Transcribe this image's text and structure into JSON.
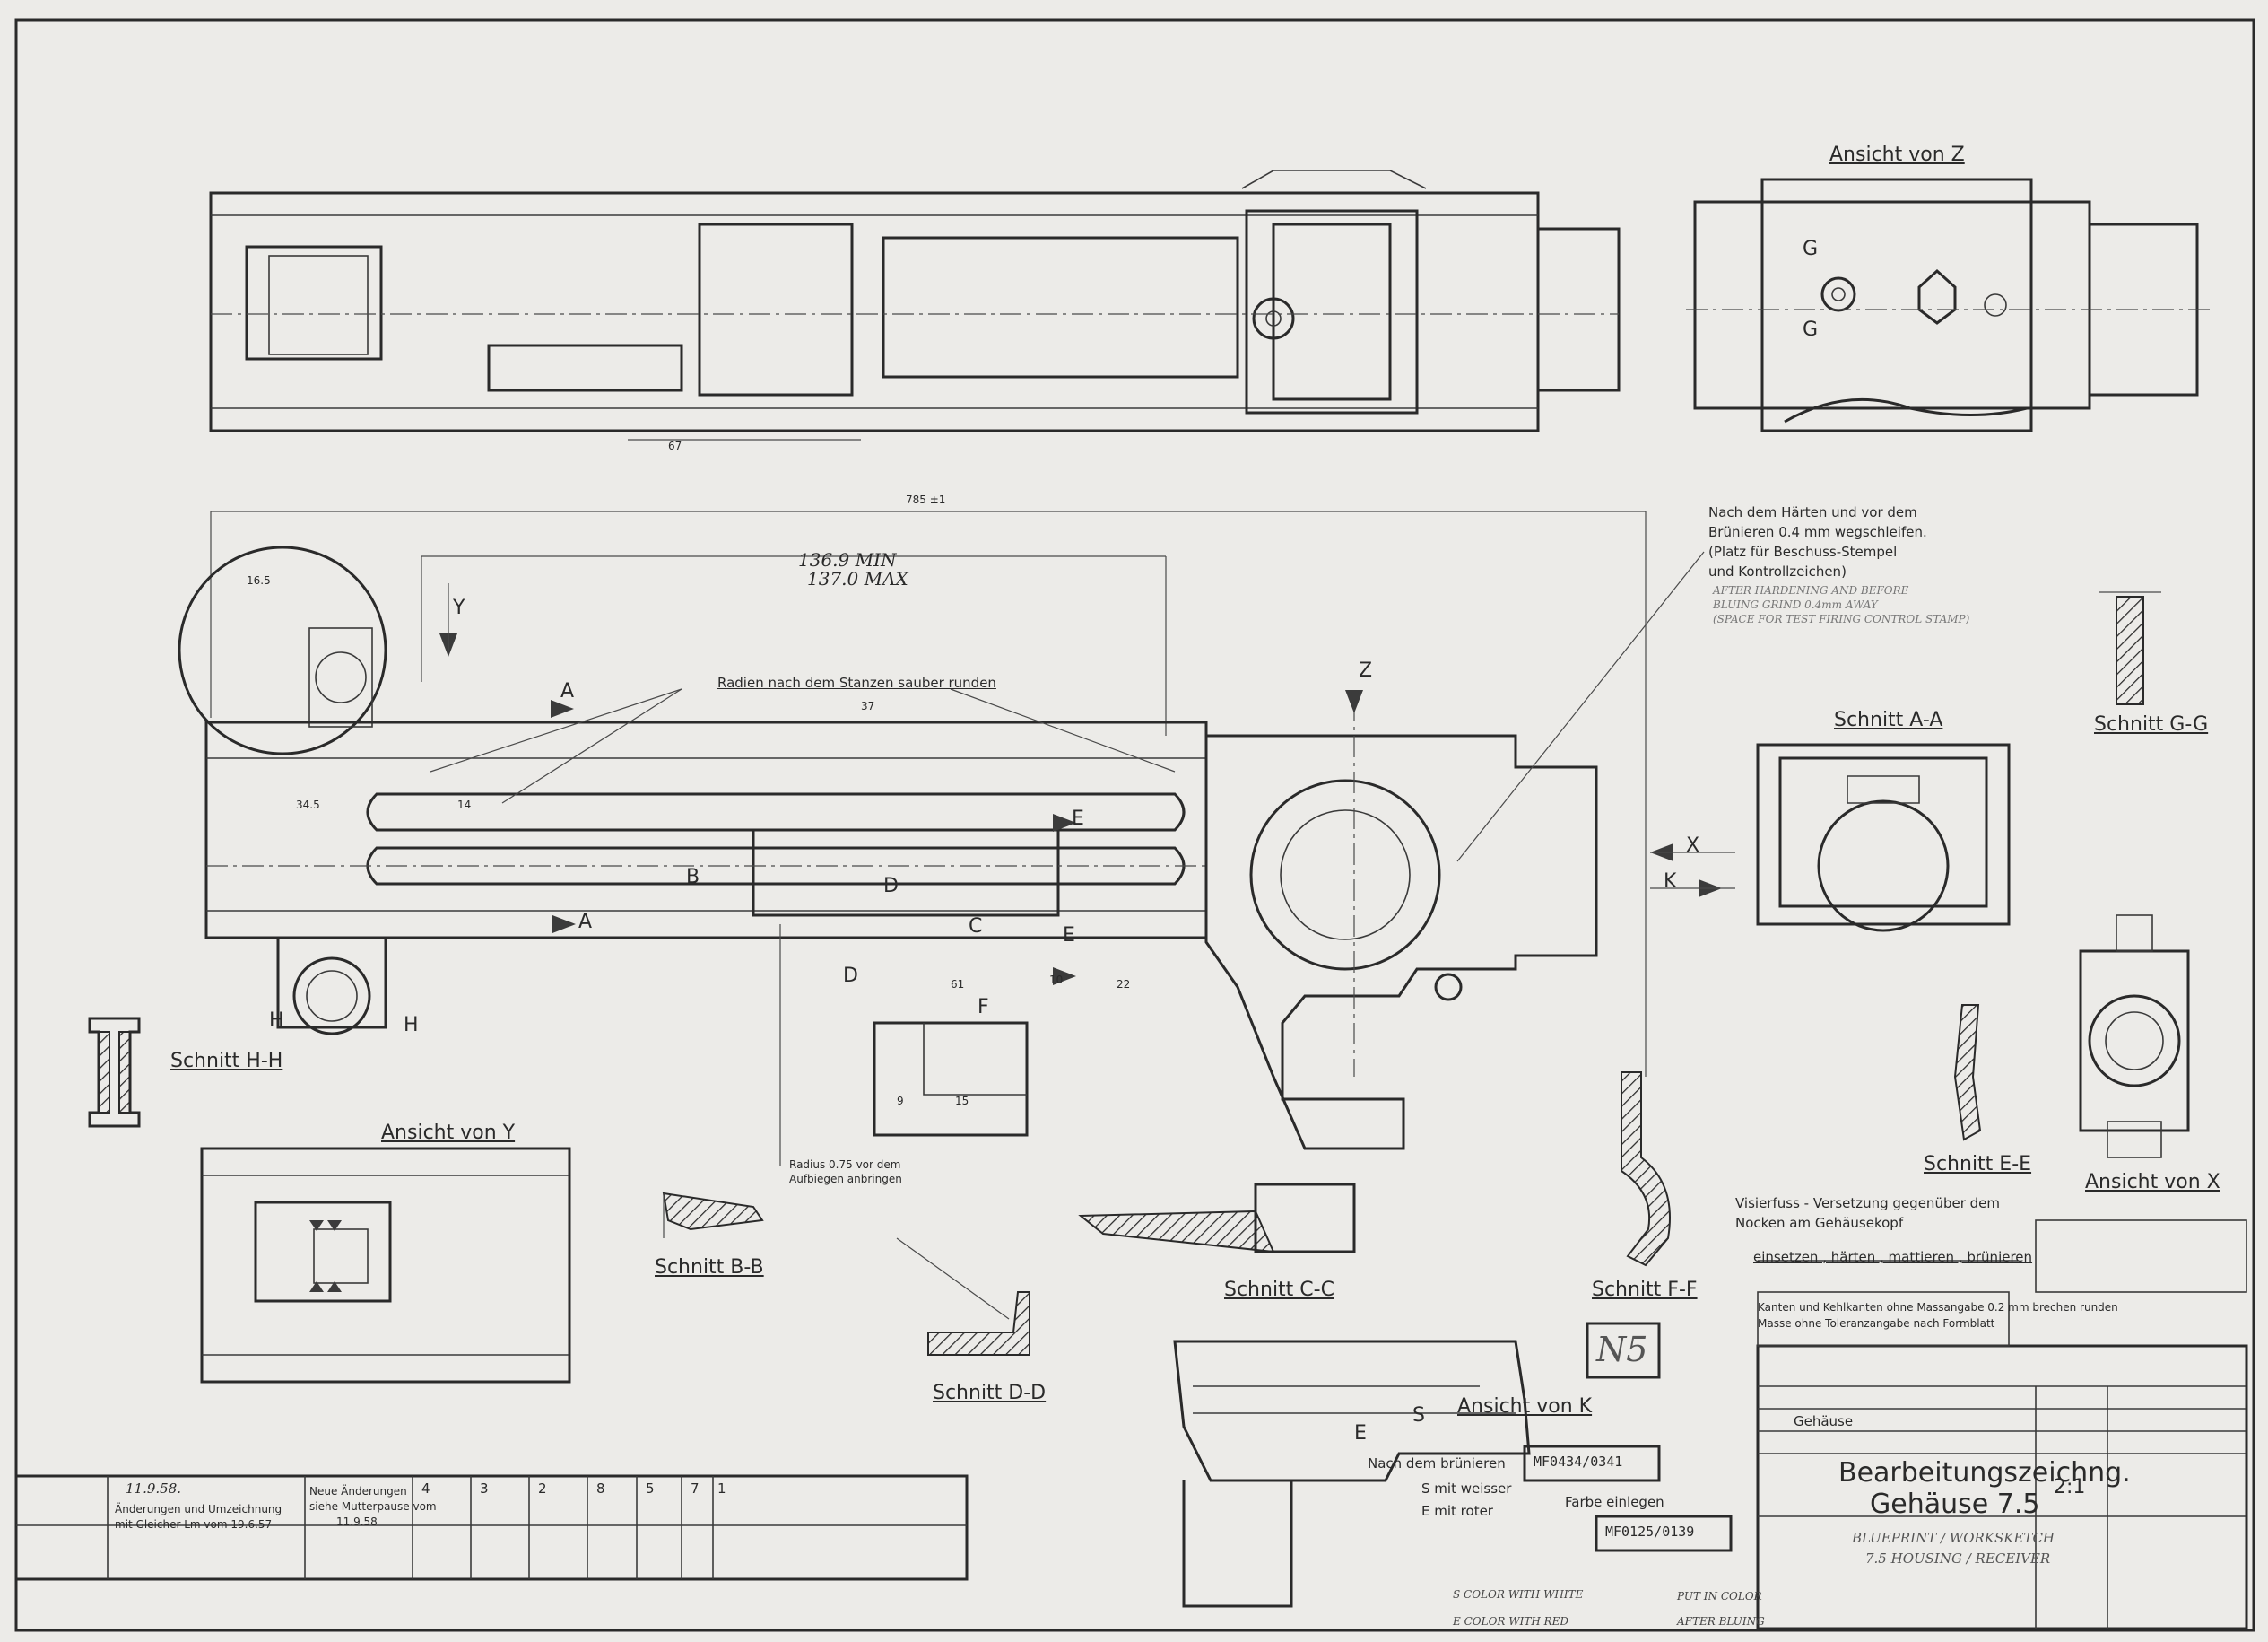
{
  "views": {
    "ansicht_z": "Ansicht von Z",
    "ansicht_y": "Ansicht von Y",
    "ansicht_k": "Ansicht von K",
    "ansicht_x": "Ansicht von X"
  },
  "sections": {
    "a_a": "Schnitt A-A",
    "b_b": "Schnitt B-B",
    "c_c": "Schnitt C-C",
    "d_d": "Schnitt D-D",
    "e_e": "Schnitt E-E",
    "f_f": "Schnitt F-F",
    "g_g": "Schnitt G-G",
    "h_h": "Schnitt H-H"
  },
  "notes": {
    "hardening_de": [
      "Nach dem Härten und vor dem",
      "Brünieren 0.4 mm wegschleifen.",
      "(Platz für Beschuss-Stempel",
      "und Kontrollzeichen)"
    ],
    "hardening_en": [
      "AFTER HARDENING AND BEFORE",
      "BLUING GRIND 0.4mm AWAY",
      "(SPACE FOR TEST FIRING CONTROL STAMP)"
    ],
    "radien": "Radien nach dem Stanzen sauber runden",
    "radius_aufbiegen": [
      "Radius 0.75 vor dem",
      "Aufbiegen anbringen"
    ],
    "visierfuss": [
      "Visierfuss - Versetzung gegenüber dem",
      "Nocken am Gehäusekopf"
    ],
    "process": "einsetzen , härten , mattieren , brünieren",
    "tolerance": [
      "Kanten und Kehlkanten ohne Massangabe 0.2 mm brechen runden",
      "Masse ohne Toleranzangabe nach Formblatt"
    ],
    "nach_brunieren": "Nach dem brünieren",
    "farbe": "Farbe einlegen",
    "s_white": "S mit weisser",
    "e_red": "E mit roter",
    "hw_s": "S COLOR WITH WHITE",
    "hw_e": "E COLOR WITH RED",
    "hw_put": "PUT IN COLOR",
    "hw_after": "AFTER BLUING",
    "stamp": "N5"
  },
  "dims": {
    "d_785": "785 ±1",
    "d_1369": "136.9 MIN",
    "d_1370": "137.0 MAX",
    "d_37": "37",
    "d_34_5": "34.5",
    "d_14": "14",
    "d_22": "22",
    "d_15": "15",
    "d_9": "9",
    "d_10": "10",
    "d_67": "67",
    "d_61": "61",
    "d_16_5": "16.5"
  },
  "letters": {
    "A": "A",
    "B": "B",
    "C": "C",
    "D": "D",
    "E": "E",
    "F": "F",
    "G": "G",
    "H": "H",
    "K": "K",
    "X": "X",
    "Y": "Y",
    "Z": "Z",
    "S": "S"
  },
  "parts": {
    "mf1": "MF0434/0341",
    "mf2": "MF0125/0139"
  },
  "title_block": {
    "name": "Gehäuse",
    "title1": "Bearbeitungszeichng.",
    "title2": "Gehäuse 7.5",
    "scale": "2:1",
    "en1": "BLUEPRINT / WORKSKETCH",
    "en2": "7.5 HOUSING / RECEIVER"
  },
  "revisions": {
    "r1_date": "11.9.58.",
    "r1_text1": "Änderungen und Umzeichnung",
    "r1_text2": "mit Gleicher Lm vom 19.6.57",
    "r2_text1": "Neue Änderungen",
    "r2_text2": "siehe Mutterpause vom",
    "r2_date": "11.9.58",
    "cols": [
      "4",
      "3",
      "2",
      "8",
      "5",
      "7",
      "1"
    ]
  }
}
